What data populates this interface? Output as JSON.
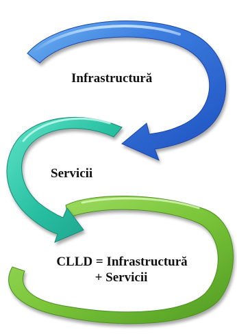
{
  "diagram": {
    "steps": [
      {
        "label": "Infrastructură",
        "color": "#3f6fd6"
      },
      {
        "label": "Servicii",
        "color": "#2fc4a0"
      },
      {
        "label_line1": "CLLD = Infrastructură",
        "label_line2": "+ Servicii",
        "color": "#7cc83a"
      }
    ]
  }
}
